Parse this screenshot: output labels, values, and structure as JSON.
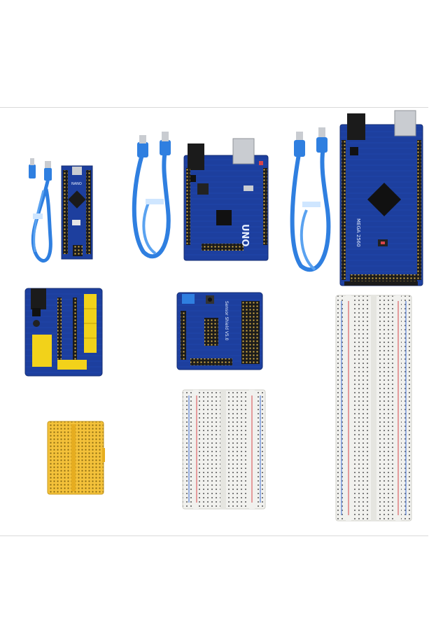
{
  "photo": {
    "boards": {
      "nano_label": "NANO",
      "uno_label": "UNO",
      "mega_label": "MEGA 2560",
      "sensor_shield_label": "Sensor Shield V5.0"
    },
    "colors": {
      "background": "#ffffff",
      "pcb_blue": "#1d3f9e",
      "pcb_blue_dark": "#142d73",
      "cable_blue": "#2f7fe0",
      "header_yellow": "#f2d21a",
      "breadboard_white": "#f1f1ee",
      "breadboard_yellow": "#f4c23a",
      "rail_red": "#d8454a",
      "rail_blue": "#3f6fd6",
      "connector_metal": "#c9ccd1"
    },
    "icons": [
      "usb-cable-icon",
      "usb-cable-icon",
      "usb-cable-icon"
    ]
  }
}
